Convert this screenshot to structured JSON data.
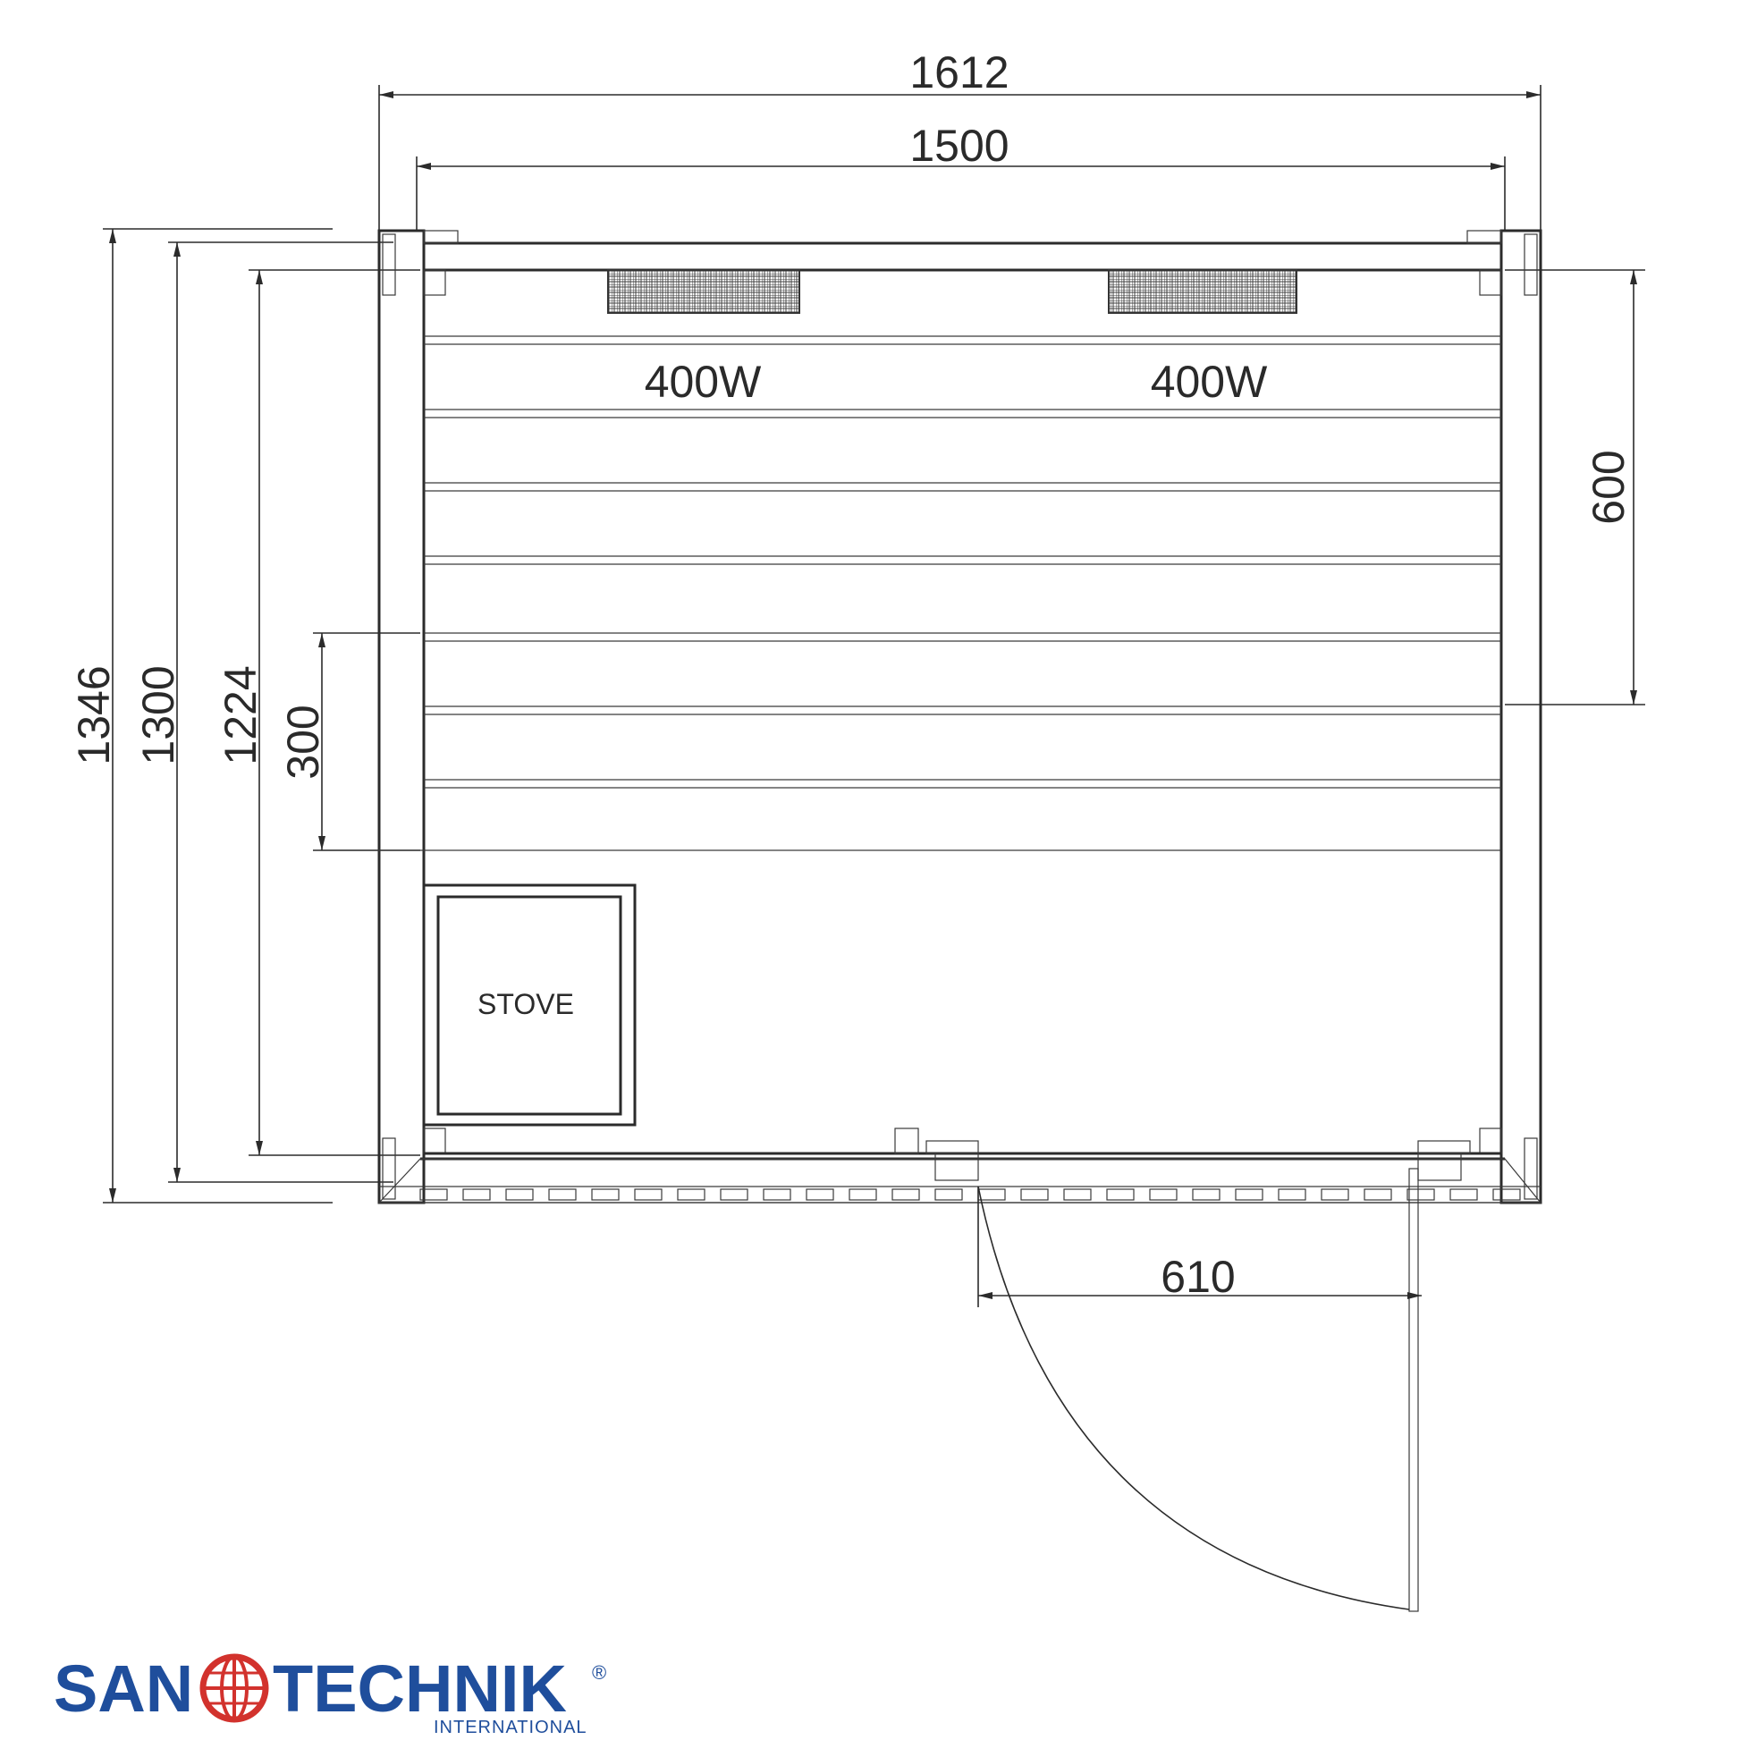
{
  "dimensions": {
    "outer_width": "1612",
    "inner_width": "1500",
    "outer_depth": "1346",
    "mid_depth": "1300",
    "inner_depth": "1224",
    "bench_depth": "300",
    "heater_zone": "600",
    "door_width": "610"
  },
  "heaters": [
    {
      "label": "400W"
    },
    {
      "label": "400W"
    }
  ],
  "stove": {
    "label": "STOVE"
  },
  "logo": {
    "left": "SAN",
    "right": "TECHNIK",
    "registered": "®",
    "subtitle": "INTERNATIONAL",
    "color": "#1f4e9c",
    "globe_color": "#d2322d"
  }
}
